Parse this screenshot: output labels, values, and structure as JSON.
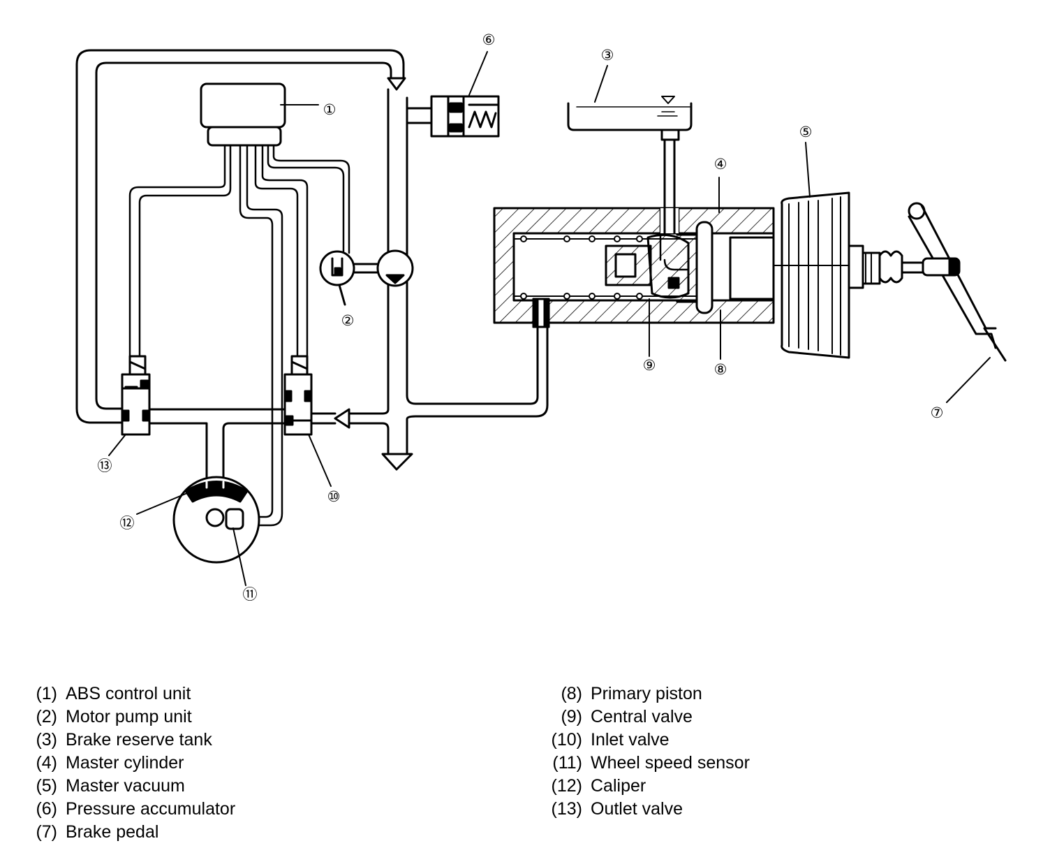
{
  "callouts": [
    {
      "id": "1",
      "glyph": "①"
    },
    {
      "id": "2",
      "glyph": "②"
    },
    {
      "id": "3",
      "glyph": "③"
    },
    {
      "id": "4",
      "glyph": "④"
    },
    {
      "id": "5",
      "glyph": "⑤"
    },
    {
      "id": "6",
      "glyph": "⑥"
    },
    {
      "id": "7",
      "glyph": "⑦"
    },
    {
      "id": "8",
      "glyph": "⑧"
    },
    {
      "id": "9",
      "glyph": "⑨"
    },
    {
      "id": "10",
      "glyph": "⑩"
    },
    {
      "id": "11",
      "glyph": "⑪"
    },
    {
      "id": "12",
      "glyph": "⑫"
    },
    {
      "id": "13",
      "glyph": "⑬"
    }
  ],
  "legend": {
    "left": [
      {
        "num": "(1)",
        "label": "ABS control unit"
      },
      {
        "num": "(2)",
        "label": "Motor pump unit"
      },
      {
        "num": "(3)",
        "label": "Brake reserve tank"
      },
      {
        "num": "(4)",
        "label": "Master cylinder"
      },
      {
        "num": "(5)",
        "label": "Master vacuum"
      },
      {
        "num": "(6)",
        "label": "Pressure accumulator"
      },
      {
        "num": "(7)",
        "label": "Brake pedal"
      }
    ],
    "right": [
      {
        "num": "(8)",
        "label": "Primary piston"
      },
      {
        "num": "(9)",
        "label": "Central valve"
      },
      {
        "num": "(10)",
        "label": "Inlet valve"
      },
      {
        "num": "(11)",
        "label": "Wheel speed sensor"
      },
      {
        "num": "(12)",
        "label": "Caliper"
      },
      {
        "num": "(13)",
        "label": "Outlet valve"
      }
    ]
  }
}
